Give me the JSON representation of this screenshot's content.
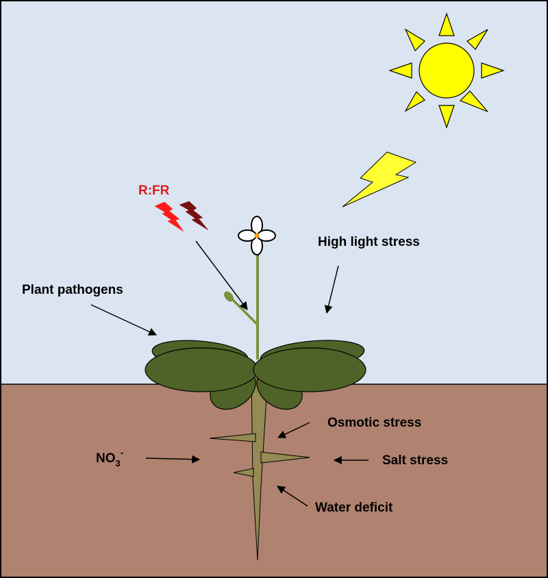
{
  "labels": {
    "rfr": "R:FR",
    "high_light_stress": "High light stress",
    "plant_pathogens": "Plant pathogens",
    "osmotic_stress": "Osmotic stress",
    "salt_stress": "Salt stress",
    "water_deficit": "Water deficit",
    "nitrate_base": "NO",
    "nitrate_sub": "3",
    "nitrate_sup": "-"
  },
  "colors": {
    "sky": "#dbe5f1",
    "soil": "#b08270",
    "sun": "#ffff00",
    "lightning": "#ffff33",
    "red_light": "#ff1a1a",
    "far_red_light": "#7a1010",
    "rfr_text": "#d91c1c",
    "leaf": "#4f6228",
    "stem": "#77933c",
    "root": "#948a54",
    "flower_center": "#f5a000"
  },
  "icons": [
    "sun-icon",
    "lightning-icon",
    "red-light-icon",
    "far-red-light-icon",
    "flower-icon",
    "plant-illustration"
  ]
}
